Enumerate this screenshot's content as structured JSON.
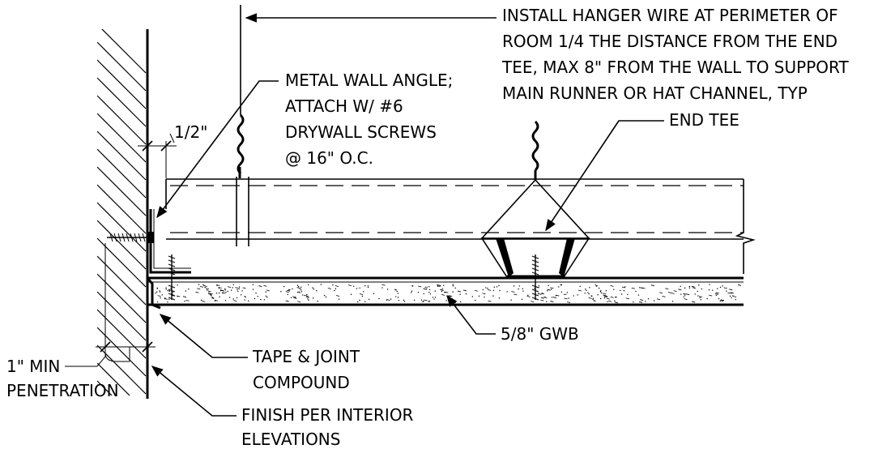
{
  "notes": {
    "hanger_wire": [
      "INSTALL HANGER WIRE AT PERIMETER OF",
      "ROOM 1/4 THE DISTANCE FROM THE END",
      "TEE, MAX 8\" FROM THE WALL TO SUPPORT",
      "MAIN RUNNER OR HAT CHANNEL, TYP"
    ],
    "wall_angle": [
      "METAL WALL ANGLE;",
      "ATTACH W/ #6",
      "DRYWALL SCREWS",
      "@ 16\" O.C."
    ],
    "end_tee": "END TEE",
    "gap": "1/2\"",
    "gwb": "5/8\" GWB",
    "tape": [
      "TAPE & JOINT",
      "COMPOUND"
    ],
    "penetration": [
      "1\" MIN",
      "PENETRATION"
    ],
    "finish": [
      "FINISH PER INTERIOR",
      "ELEVATIONS"
    ]
  }
}
